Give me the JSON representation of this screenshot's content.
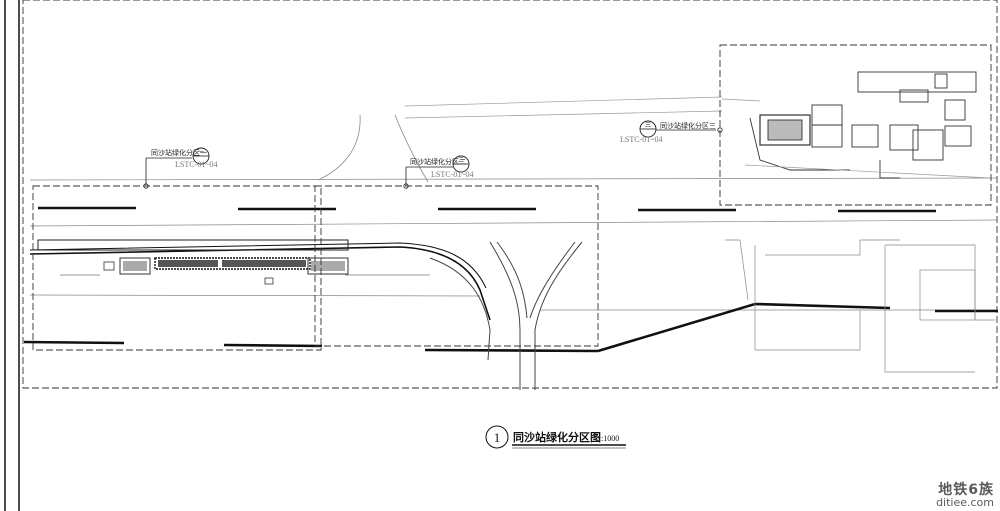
{
  "drawing": {
    "title_number": "1",
    "title": "同沙站绿化分区图",
    "scale": "1:1000",
    "zones": [
      {
        "label": "同沙站绿化分区一",
        "circle_text": "一",
        "sheet_ref": "LSTC-01~04"
      },
      {
        "label": "同沙站绿化分区二",
        "circle_text": "二",
        "sheet_ref": "LSTC-01~04"
      },
      {
        "label": "同沙站绿化分区三",
        "circle_text": "三",
        "sheet_ref": "LSTC-01~04"
      }
    ]
  },
  "watermark": {
    "line1": "地铁6族",
    "line2": "ditiee.com"
  },
  "colors": {
    "ink": "#111111",
    "thin_line": "#555555",
    "faint_line": "#9a9a9a",
    "dash": "#333333",
    "background": "#ffffff"
  }
}
